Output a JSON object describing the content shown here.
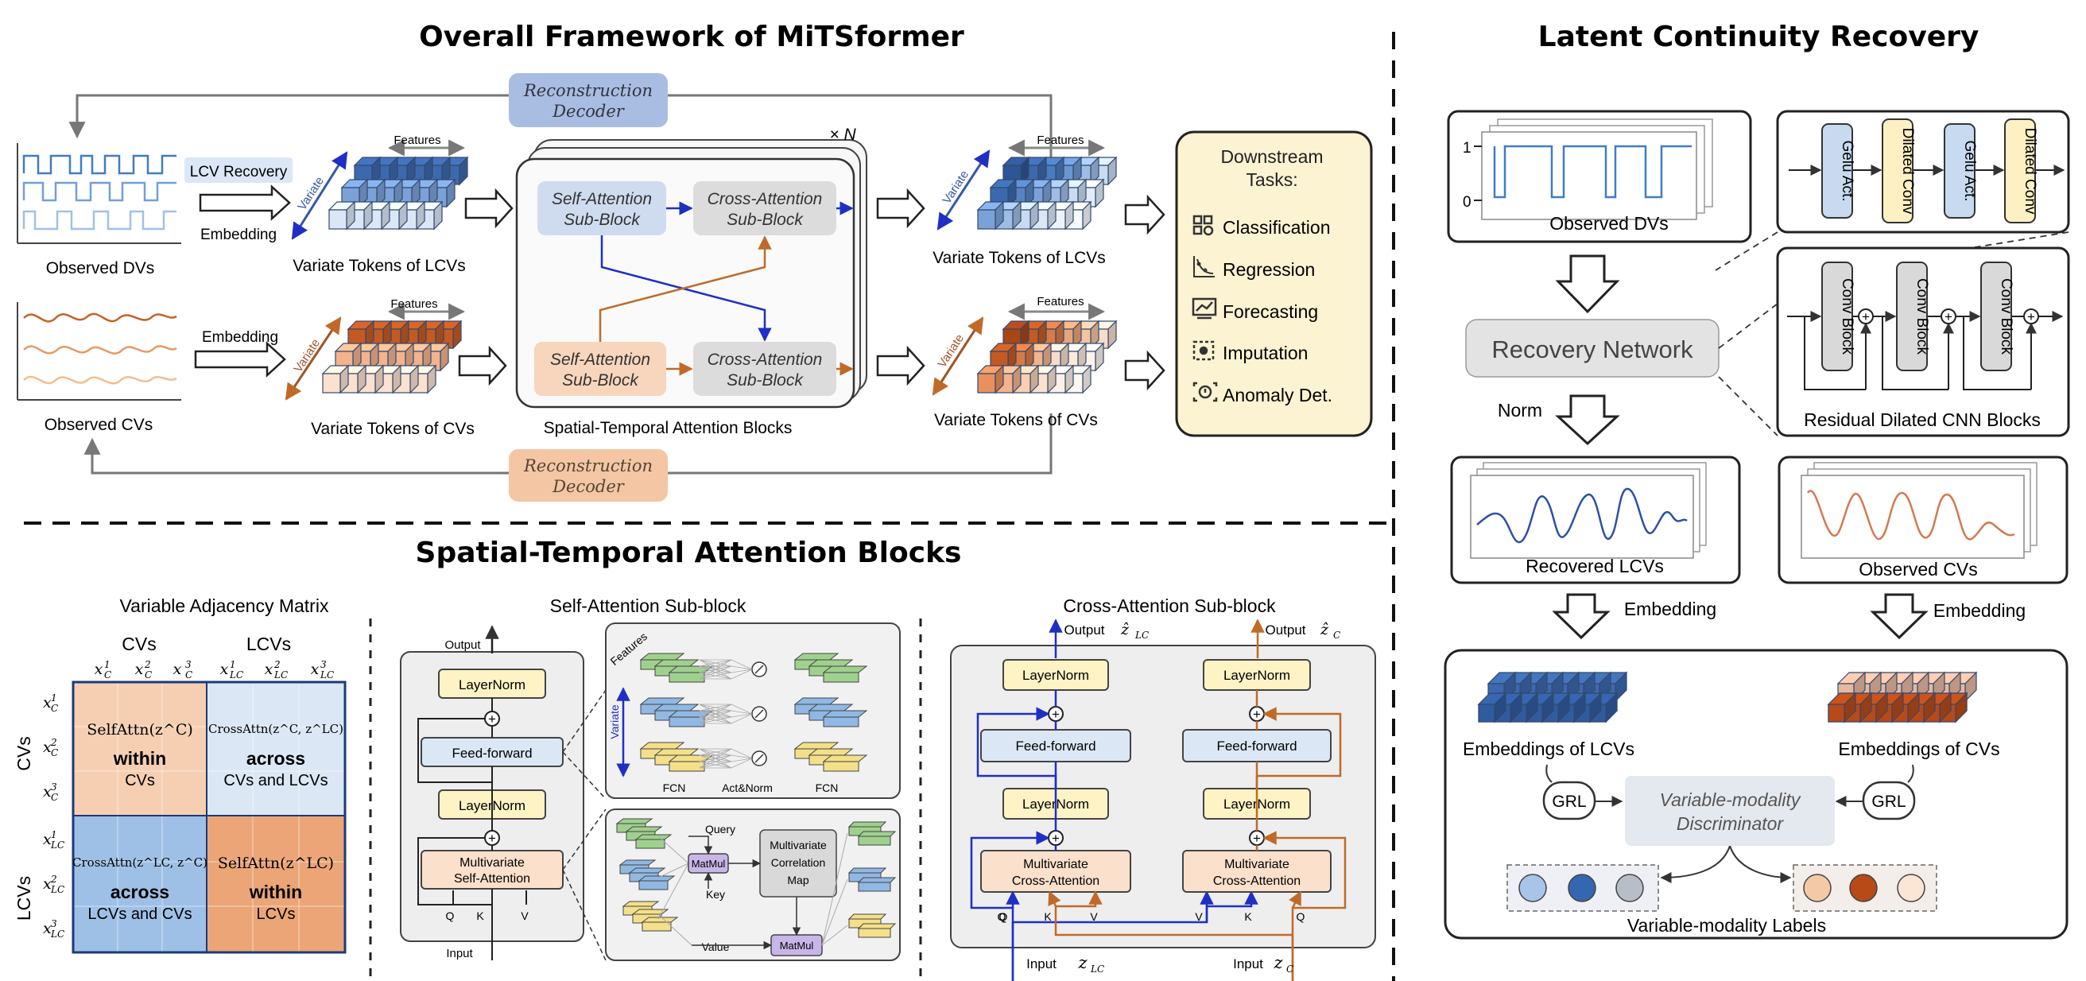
{
  "colors": {
    "lcv_blue": "#3d6fb0",
    "lcv_light": "#c7d9ef",
    "cv_orange": "#c4622c",
    "cv_light": "#f6d3b8",
    "downstream_bg": "#fbf3d1",
    "block_bg": "#efefef",
    "self_attn_blue": "#dbe6f4",
    "self_attn_orange": "#fbe0cc",
    "arrow_blue": "#1f2fc6",
    "arrow_orange": "#c06a2a"
  },
  "overall": {
    "title": "Overall Framework of MiTSformer",
    "recon_decoder_top": [
      "Reconstruction",
      "Decoder"
    ],
    "recon_decoder_bottom": [
      "Reconstruction",
      "Decoder"
    ],
    "observed_dvs": "Observed DVs",
    "observed_cvs": "Observed CVs",
    "lcv_recovery": "LCV Recovery",
    "embedding_top": "Embedding",
    "embedding_bottom": "Embedding",
    "features": "Features",
    "variate": "Variate",
    "tokens_lcvs": "Variate Tokens of LCVs",
    "tokens_cvs": "Variate Tokens of CVs",
    "times_n": "× N",
    "self_attn_sub": [
      "Self-Attention",
      "Sub-Block"
    ],
    "cross_attn_sub": [
      "Cross-Attention",
      "Sub-Block"
    ],
    "st_blocks_label": "Spatial-Temporal Attention Blocks",
    "out_tokens_lcvs": "Variate Tokens of LCVs",
    "out_tokens_cvs": "Variate Tokens of CVs",
    "downstream_title": [
      "Downstream",
      "Tasks:"
    ],
    "tasks": [
      {
        "icon": "classification-icon",
        "label": "Classification"
      },
      {
        "icon": "regression-icon",
        "label": "Regression"
      },
      {
        "icon": "forecasting-icon",
        "label": "Forecasting"
      },
      {
        "icon": "imputation-icon",
        "label": "Imputation"
      },
      {
        "icon": "anomaly-icon",
        "label": "Anomaly Det."
      }
    ]
  },
  "st_attention": {
    "title": "Spatial-Temporal Attention Blocks",
    "matrix_title": "Variable Adjacency Matrix",
    "cvs": "CVs",
    "lcvs": "LCVs",
    "col_labels": [
      "x_C^1",
      "x_C^2",
      "x_C^3",
      "x_LC^1",
      "x_LC^2",
      "x_LC^3"
    ],
    "row_labels": [
      "x_C^1",
      "x_C^2",
      "x_C^3",
      "x_LC^1",
      "x_LC^2",
      "x_LC^3"
    ],
    "cell_tl": {
      "formula": "SelfAttn(z^C)",
      "bold": "within",
      "sub": "CVs"
    },
    "cell_tr": {
      "formula": "CrossAttn(z^C, z^LC)",
      "bold": "across",
      "sub": "CVs and LCVs"
    },
    "cell_bl": {
      "formula": "CrossAttn(z^LC, z^C)",
      "bold": "across",
      "sub": "LCVs and CVs"
    },
    "cell_br": {
      "formula": "SelfAttn(z^LC)",
      "bold": "within",
      "sub": "LCVs"
    },
    "self_sub_title": "Self-Attention Sub-block",
    "output": "Output",
    "input": "Input",
    "layernorm": "LayerNorm",
    "feed_forward": "Feed-forward",
    "mv_self_attn": [
      "Multivariate",
      "Self-Attention"
    ],
    "qkv": [
      "Q",
      "K",
      "V"
    ],
    "fcn": "FCN",
    "act_norm": "Act&Norm",
    "query": "Query",
    "key": "Key",
    "value": "Value",
    "matmul": "MatMul",
    "corr_map": [
      "Multivariate",
      "Correlation",
      "Map"
    ],
    "cross_sub_title": "Cross-Attention Sub-block",
    "output_lc": "Output",
    "output_c": "Output",
    "input_lc": "Input",
    "input_c": "Input",
    "mv_cross_attn": [
      "Multivariate",
      "Cross-Attention"
    ]
  },
  "latent": {
    "title": "Latent Continuity Recovery",
    "observed_dvs": "Observed DVs",
    "axis_1": "1",
    "axis_0": "0",
    "recovery_network": "Recovery Network",
    "norm": "Norm",
    "gelu_act": "Gelu Act.",
    "dilated_conv": "Dilated Conv",
    "conv_block": "Conv Block",
    "residual_label": "Residual Dilated CNN Blocks",
    "recovered_lcvs": "Recovered LCVs",
    "observed_cvs": "Observed CVs",
    "embedding_left": "Embedding",
    "embedding_right": "Embedding",
    "emb_lcvs": "Embeddings of LCVs",
    "emb_cvs": "Embeddings of CVs",
    "grl_left": "GRL",
    "grl_right": "GRL",
    "discriminator": [
      "Variable-modality",
      "Discriminator"
    ],
    "modality_labels": "Variable-modality Labels"
  }
}
